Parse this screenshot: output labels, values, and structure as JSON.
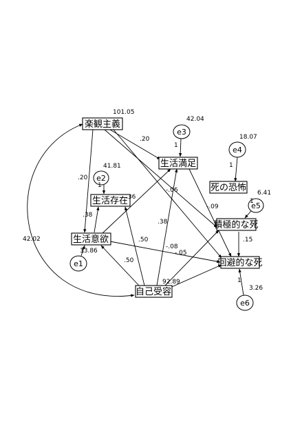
{
  "variables": {
    "pessimism": "楽観主義",
    "satisfaction": "生活満足",
    "existence": "生活存在",
    "will": "生活意欲",
    "acceptance": "自己受容",
    "fear": "死の恐怖",
    "active_death": "積極的な死",
    "avoid_death": "回避的な死"
  },
  "errors": {
    "e1": "e1",
    "e2": "e2",
    "e3": "e3",
    "e4": "e4",
    "e5": "e5",
    "e6": "e6"
  },
  "variances": {
    "pessimism": "101.05",
    "e3": "42.04",
    "e4": "18.07",
    "e2": "41.81",
    "e5": "6.41",
    "e1": "33.86",
    "acceptance": "92.89",
    "e6": "3.26"
  },
  "coefficients": {
    "pess_to_satisfaction": ".20",
    "pess_to_will": ".20",
    "will_to_existence": ".38",
    "accept_to_existence": ".36",
    "accept_to_will": ".50",
    "will_to_satisfaction": ".50",
    "accept_to_satisfaction": ".38",
    "pess_to_active": "-.06",
    "satisfaction_to_avoid": "-.09",
    "will_to_active": "-.08",
    "will_to_avoid": "-.05",
    "active_to_avoid": ".15",
    "covariance_pess_accept": "42.02"
  },
  "fixed_one": "1"
}
